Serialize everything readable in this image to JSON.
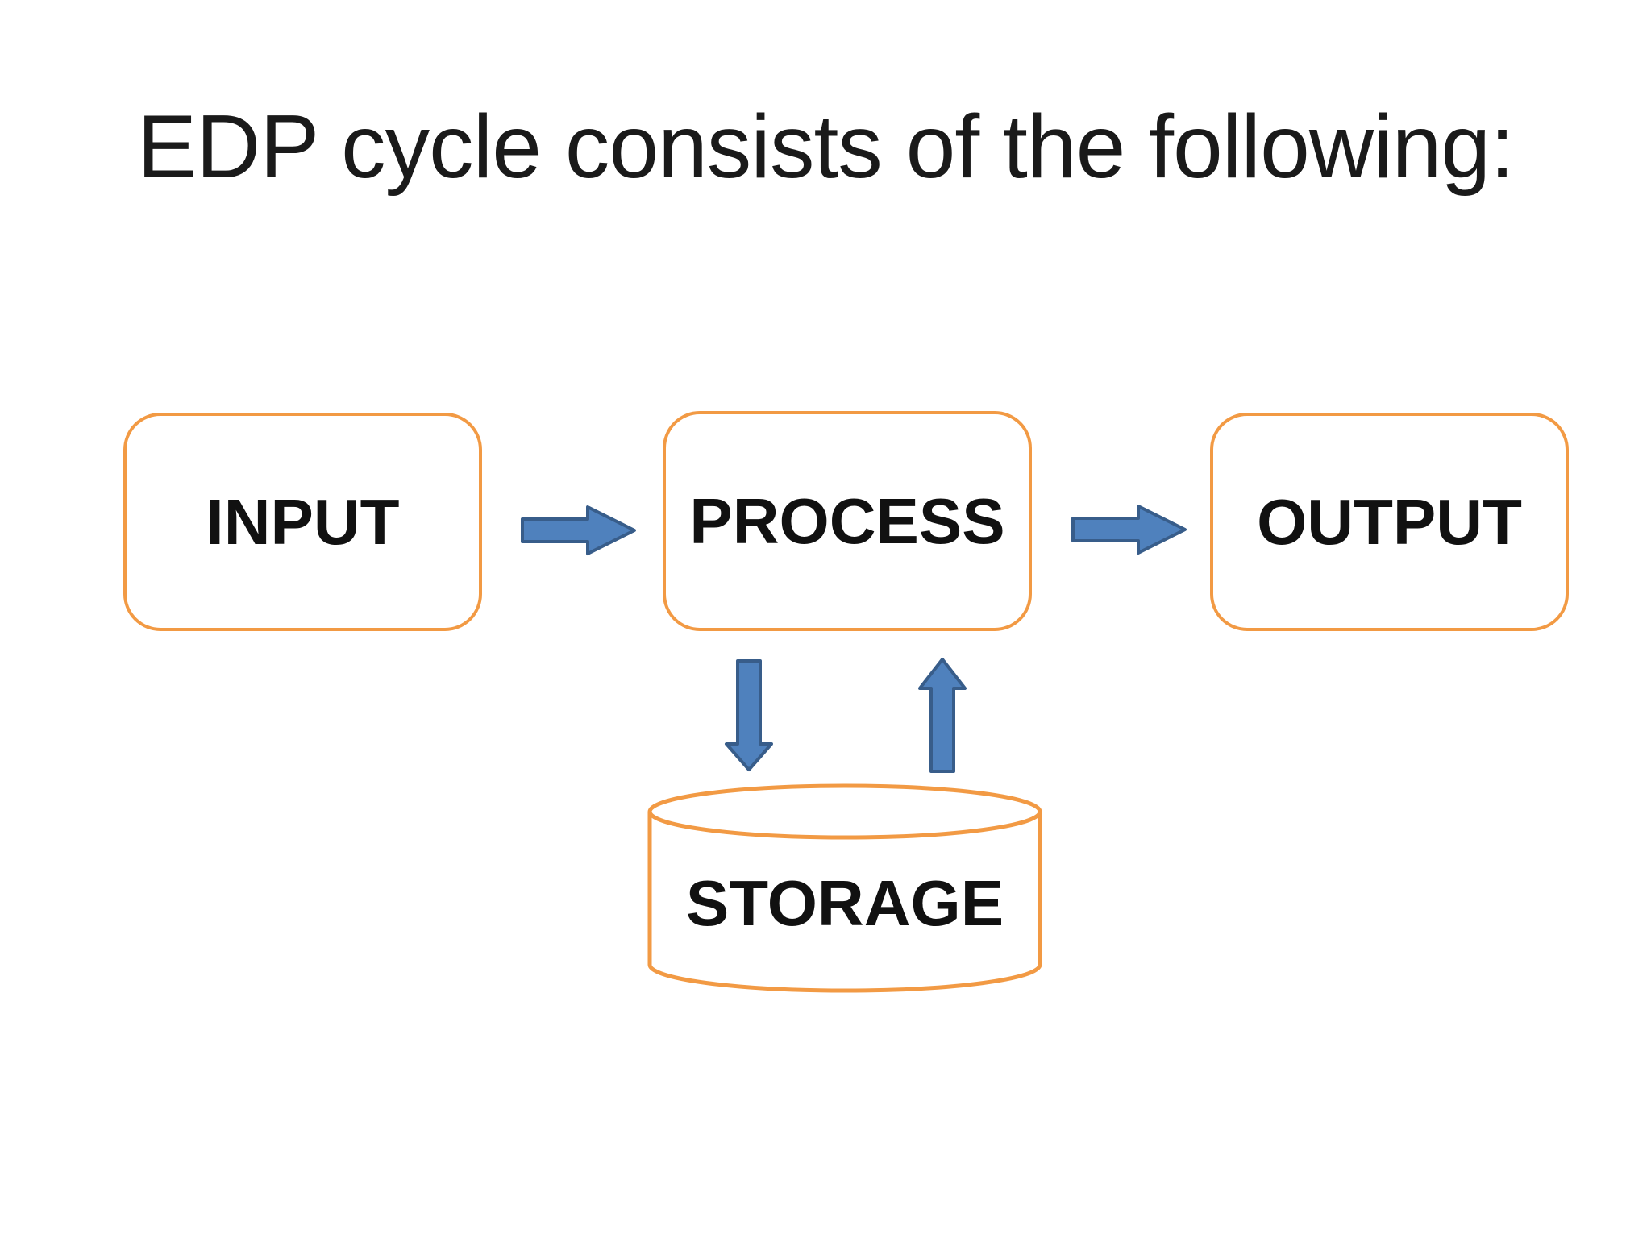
{
  "slide": {
    "title": "EDP cycle consists of the following:",
    "nodes": {
      "input": {
        "label": "INPUT"
      },
      "process": {
        "label": "PROCESS"
      },
      "output": {
        "label": "OUTPUT"
      },
      "storage": {
        "label": "STORAGE"
      }
    }
  },
  "colors": {
    "background": "#FFFFFF",
    "node_border": "#F29A44",
    "node_fill": "#FFFFFF",
    "arrow_fill": "#4F81BD",
    "arrow_stroke": "#385D8A",
    "title_text": "#1A1A1A",
    "label_text": "#111111"
  }
}
